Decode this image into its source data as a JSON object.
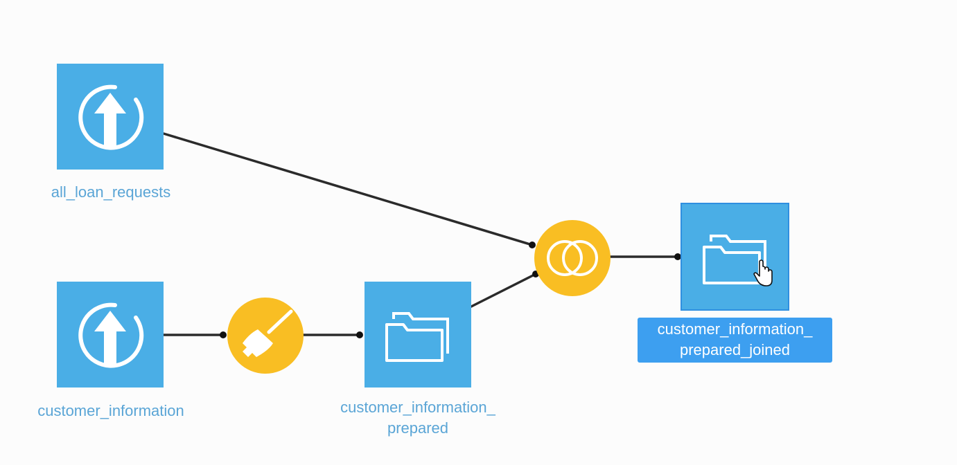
{
  "flow": {
    "datasets": [
      {
        "id": "all_loan_requests",
        "label": "all_loan_requests",
        "icon": "upload-icon"
      },
      {
        "id": "customer_information",
        "label": "customer_information",
        "icon": "upload-icon"
      },
      {
        "id": "customer_information_prepared",
        "label_line1": "customer_information_",
        "label_line2": "prepared",
        "icon": "folder-icon"
      },
      {
        "id": "customer_information_prepared_joined",
        "label_line1": "customer_information_",
        "label_line2": "prepared_joined",
        "icon": "folder-icon",
        "selected": true
      }
    ],
    "recipes": [
      {
        "id": "prepare",
        "icon": "broom-icon"
      },
      {
        "id": "join",
        "icon": "join-icon"
      }
    ],
    "colors": {
      "dataset": "#4aaee6",
      "recipe": "#f9be23",
      "edge": "#2b2b2b",
      "label": "#5aa5d6",
      "selected_label_bg": "#3d9ff0"
    }
  }
}
